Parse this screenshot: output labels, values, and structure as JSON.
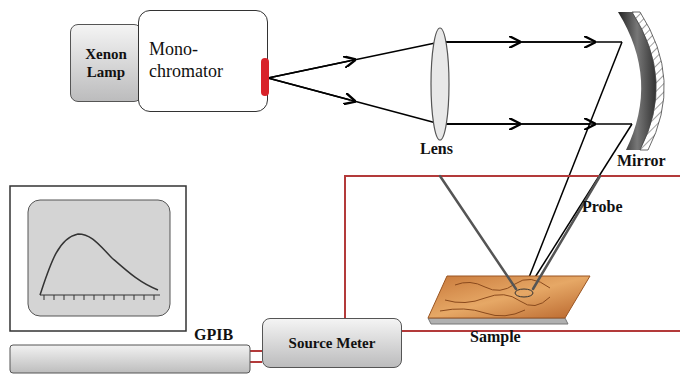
{
  "diagram": {
    "nodes": [
      {
        "text": [
          "Xenon Lamp"
        ]
      },
      {
        "text": [
          "Mono- chromator"
        ]
      },
      {
        "text": [
          "Source Meter"
        ]
      }
    ],
    "labels": [
      "Lens",
      "Mirror",
      "Probe",
      "Sample",
      "GPIB"
    ]
  }
}
